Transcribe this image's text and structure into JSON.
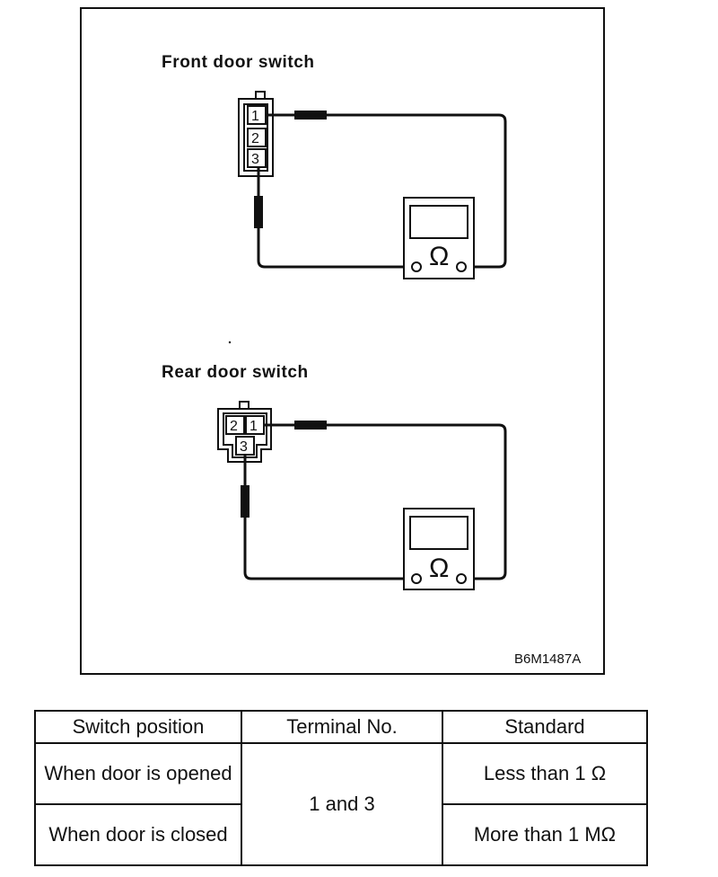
{
  "diagram": {
    "code": "B6M1487A",
    "front": {
      "title": "Front door switch",
      "pins": [
        "1",
        "2",
        "3"
      ],
      "meter_symbol": "Ω"
    },
    "rear": {
      "title": "Rear door switch",
      "pins": [
        "2",
        "1",
        "3"
      ],
      "meter_symbol": "Ω"
    }
  },
  "table": {
    "headers": [
      "Switch position",
      "Terminal No.",
      "Standard"
    ],
    "rows": [
      {
        "position": "When door is opened",
        "terminal": "1 and 3",
        "standard": "Less than 1 Ω"
      },
      {
        "position": "When door is closed",
        "terminal": "1 and 3",
        "standard": "More than 1 MΩ"
      }
    ]
  }
}
